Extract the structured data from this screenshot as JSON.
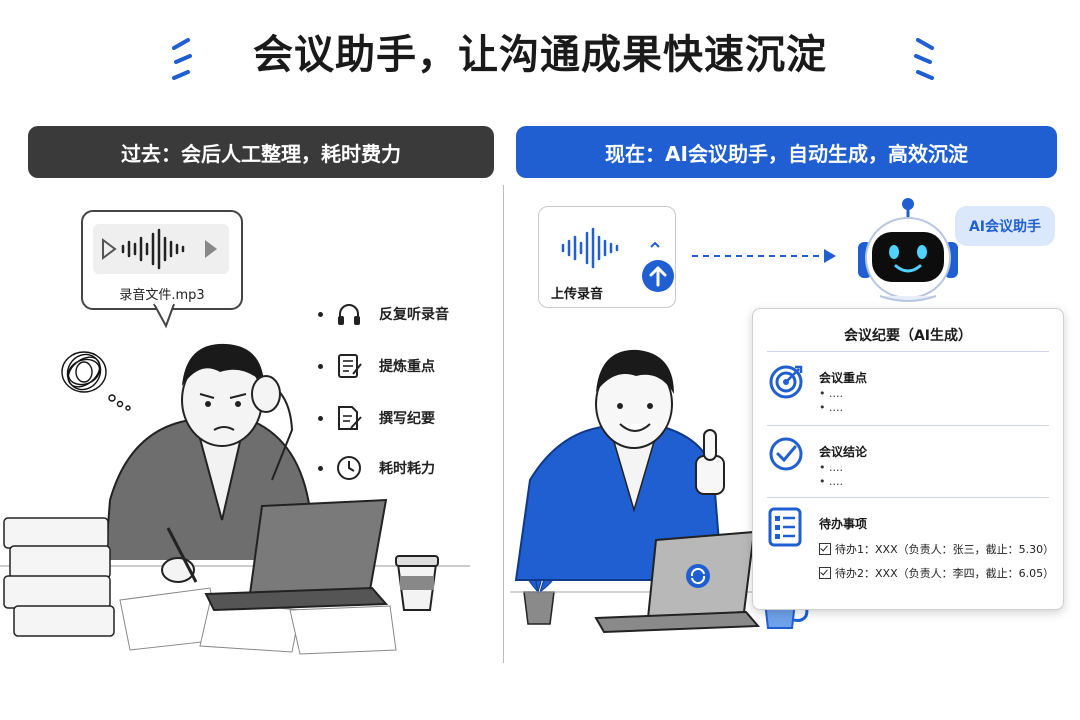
{
  "title": "会议助手，让沟通成果快速沉淀",
  "left_panel": {
    "banner": "过去：会后人工整理，耗时费力",
    "audio_file": "录音文件.mp3",
    "steps": [
      {
        "icon": "headphones-icon",
        "label": "反复听录音"
      },
      {
        "icon": "notes-icon",
        "label": "提炼重点"
      },
      {
        "icon": "document-write-icon",
        "label": "撰写纪要"
      },
      {
        "icon": "clock-icon",
        "label": "耗时耗力"
      }
    ]
  },
  "right_panel": {
    "banner": "现在：AI会议助手，自动生成，高效沉淀",
    "upload_label": "上传录音",
    "robot_badge": "AI会议助手",
    "minutes": {
      "title": "会议纪要（AI生成）",
      "sections": [
        {
          "icon": "target-icon",
          "title": "会议重点",
          "items": [
            "• ....",
            "• ...."
          ]
        },
        {
          "icon": "check-circle-icon",
          "title": "会议结论",
          "items": [
            "• ....",
            "• ...."
          ]
        }
      ],
      "todo_title": "待办事项",
      "todos": [
        "待办1：XXX（负责人：张三，截止：5.30）",
        "待办2：XXX（负责人：李四，截止：6.05）"
      ]
    }
  },
  "colors": {
    "accent": "#1f5fd1",
    "dark": "#3a3a3a",
    "badge_bg": "#dbe8fb"
  }
}
